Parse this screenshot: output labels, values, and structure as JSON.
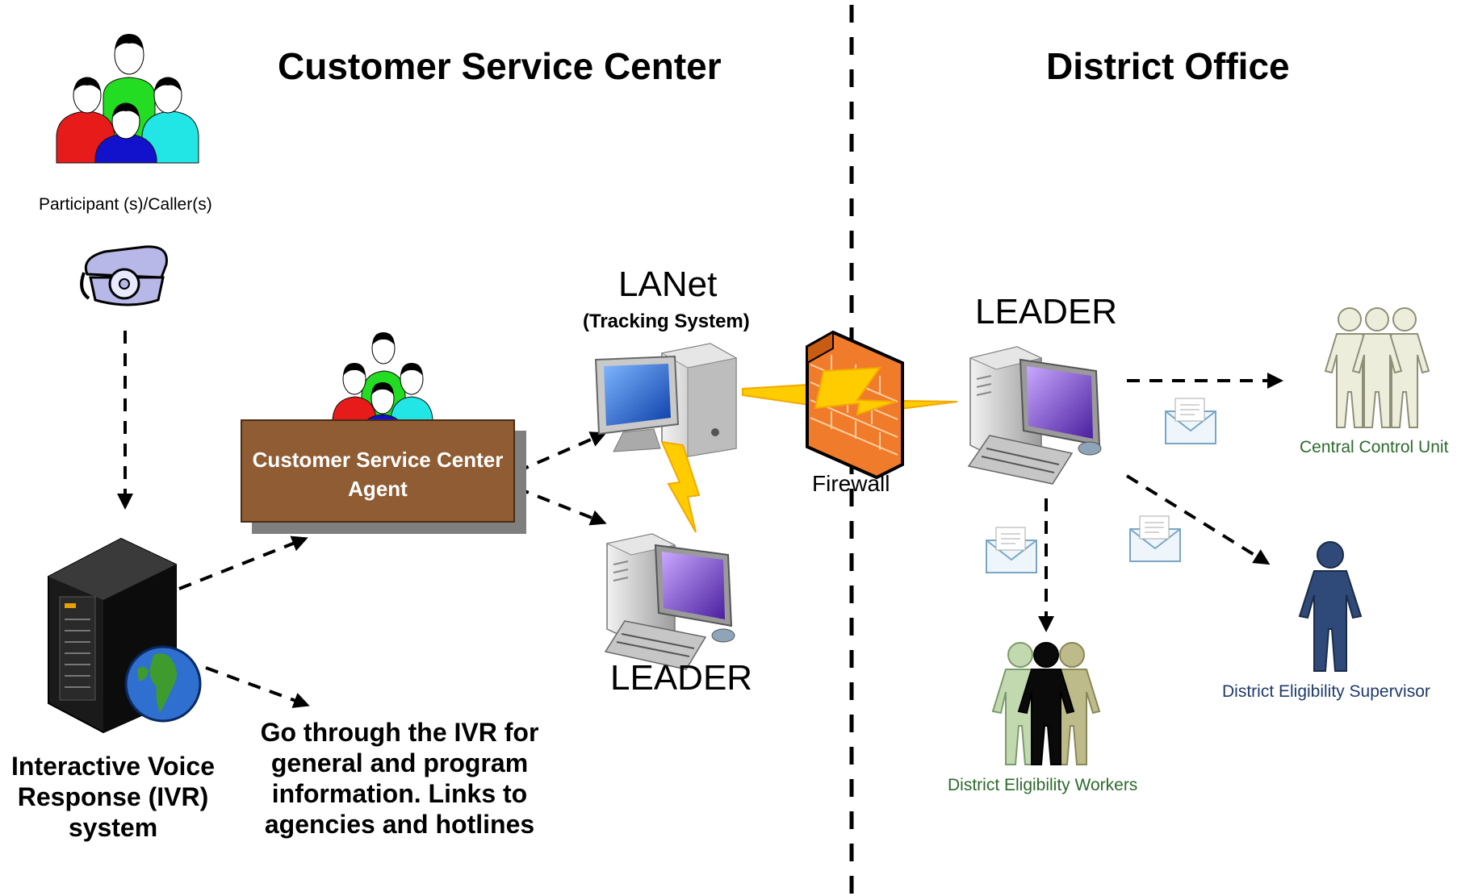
{
  "titles": {
    "left": "Customer Service Center",
    "right": "District Office"
  },
  "labels": {
    "participants": "Participant (s)/Caller(s)",
    "agent_line1": "Customer Service Center",
    "agent_line2": "Agent",
    "lanet": "LANet",
    "tracking": "(Tracking System)",
    "leader_bottom": "LEADER",
    "leader_right": "LEADER",
    "firewall": "Firewall",
    "ivr_line1": "Interactive Voice",
    "ivr_line2": "Response (IVR)",
    "ivr_line3": "system",
    "ivr_note_line1": "Go through the IVR for",
    "ivr_note_line2": "general and program",
    "ivr_note_line3": "information. Links to",
    "ivr_note_line4": "agencies and hotlines",
    "central_control": "Central Control Unit",
    "supervisor": "District Eligibility Supervisor",
    "workers": "District Eligibility Workers"
  },
  "colors": {
    "agent_box": "#8f5c33",
    "lightning": "#ffcc00",
    "firewall_brick": "#f07b2a",
    "accent_green": "#2d6a2d",
    "accent_navy": "#1f3a6b"
  }
}
